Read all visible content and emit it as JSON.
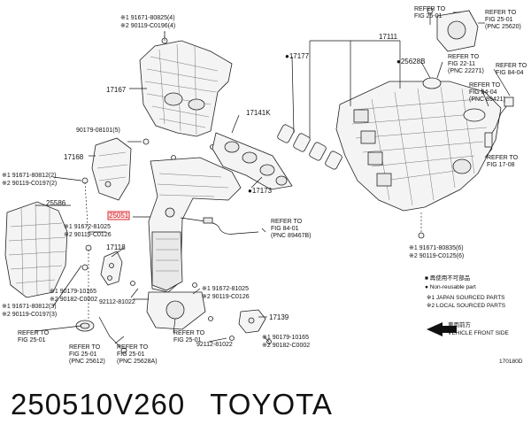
{
  "footer": {
    "part_number": "250510V260",
    "brand": "TOYOTA"
  },
  "diagram_id": "170180D",
  "labels": {
    "p17167": "17167",
    "p17168": "17168",
    "p25586": "25586",
    "p17118": "17118",
    "p17139": "17139",
    "p17141K": "17141K",
    "p17173": "●17173",
    "p17177": "●17177",
    "p17111": "17111",
    "p25628B": "●25628B",
    "p25051": "25051",
    "bolt_90179_08101": "90179-08101(5)",
    "bolt_91671_80825_4": "※1 91671-80825(4)",
    "bolt_290119_C0196_4": "※2 90119-C0196(4)",
    "bolt_91671_80812_2": "※1 91671-80812(2)",
    "bolt_290119_C0197_2": "※2 90119-C0197(2)",
    "bolt_91671_80812_3": "※1 91671-80812(3)",
    "bolt_290119_C0197_3": "※2 90119-C0197(3)",
    "bolt_91672_81025_a": "※1 91672-81025",
    "bolt_290119_C0126_a": "※2 90119-C0126",
    "bolt_90179_10165_a": "※1 90179-10165",
    "bolt_290182_C0002_a": "※2 90182-C0002",
    "bolt_92112_81022_a": "92112-81022",
    "bolt_91672_81025_b": "※1 91672-81025",
    "bolt_290119_C0126_b": "※2 90119-C0126",
    "bolt_92112_81022_b": "92112-81022",
    "bolt_90179_10165_b": "※1 90179-10165",
    "bolt_290182_C0002_b": "※2 90182-C0002",
    "bolt_91671_80835_6": "※1 91671-80835(6)",
    "bolt_290119_C0125_6": "※2 90119-C0125(6)"
  },
  "refs": {
    "r1": [
      "REFER TO",
      "FIG 25-01"
    ],
    "r2": [
      "REFER TO",
      "FIG 25-01",
      "(PNC 25620)"
    ],
    "r3": [
      "REFER TO",
      "FIG 22-11",
      "(PNC 22271)"
    ],
    "r4": [
      "REFER TO",
      "FIG 84-04"
    ],
    "r5": [
      "REFER TO",
      "FIG 84-04",
      "(PNC 89421)"
    ],
    "r6": [
      "REFER TO",
      "FIG 17-08"
    ],
    "r7": [
      "REFER TO",
      "FIG 84-01",
      "(PNC 89467B)"
    ],
    "r8": [
      "REFER TO",
      "FIG 25-01"
    ],
    "r9": [
      "REFER TO",
      "FIG 25-01",
      "(PNC 25612)"
    ],
    "r10": [
      "REFER TO",
      "FIG 25-01",
      "(PNC 25628A)"
    ],
    "r11": [
      "REFER TO",
      "FIG 25-01"
    ]
  },
  "legend": {
    "l1": "■ 再使用不可部品",
    "l2": "● Non-reusable part",
    "l3": "※1 JAPAN SOURCED PARTS",
    "l4": "※2 LOCAL SOURCED PARTS",
    "front_jp": "車両前方",
    "front_en": "VEHICLE FRONT SIDE"
  },
  "colors": {
    "highlight": "#d8141b",
    "highlight_fill": "#fde9ea",
    "ink": "#111111"
  }
}
